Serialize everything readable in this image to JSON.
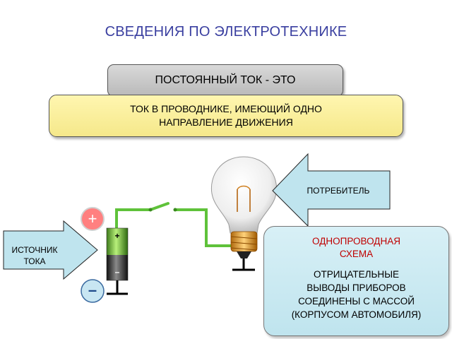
{
  "title": "СВЕДЕНИЯ ПО ЭЛЕКТРОТЕХНИКЕ",
  "definition": {
    "heading": "ПОСТОЯННЫЙ ТОК - ЭТО",
    "text_line1": "ТОК В ПРОВОДНИКЕ, ИМЕЮЩИЙ ОДНО",
    "text_line2": "НАПРАВЛЕНИЕ ДВИЖЕНИЯ"
  },
  "labels": {
    "consumer": "ПОТРЕБИТЕЛЬ",
    "source_line1": "ИСТОЧНИК",
    "source_line2": "ТОКА",
    "plus": "+",
    "minus": "–",
    "battery_plus": "+",
    "battery_minus": "–"
  },
  "note": {
    "heading_line1": "ОДНОПРОВОДНАЯ",
    "heading_line2": "СХЕМА",
    "body_line1": "ОТРИЦАТЕЛЬНЫЕ",
    "body_line2": "ВЫВОДЫ ПРИБОРОВ",
    "body_line3": "СОЕДИНЕНЫ С МАССОЙ",
    "body_line4": "(КОРПУСОМ АВТОМОБИЛЯ)"
  },
  "colors": {
    "title": "#3a3fa0",
    "wire": "#5fc23a",
    "arrow_fill": "#bfe4ee",
    "plus_circle": "#ff8080",
    "minus_circle": "#c8e6f2",
    "note_heading": "#c00000"
  },
  "icons": [
    "light-bulb-icon",
    "battery-icon",
    "switch-icon",
    "ground-symbol-icon"
  ]
}
